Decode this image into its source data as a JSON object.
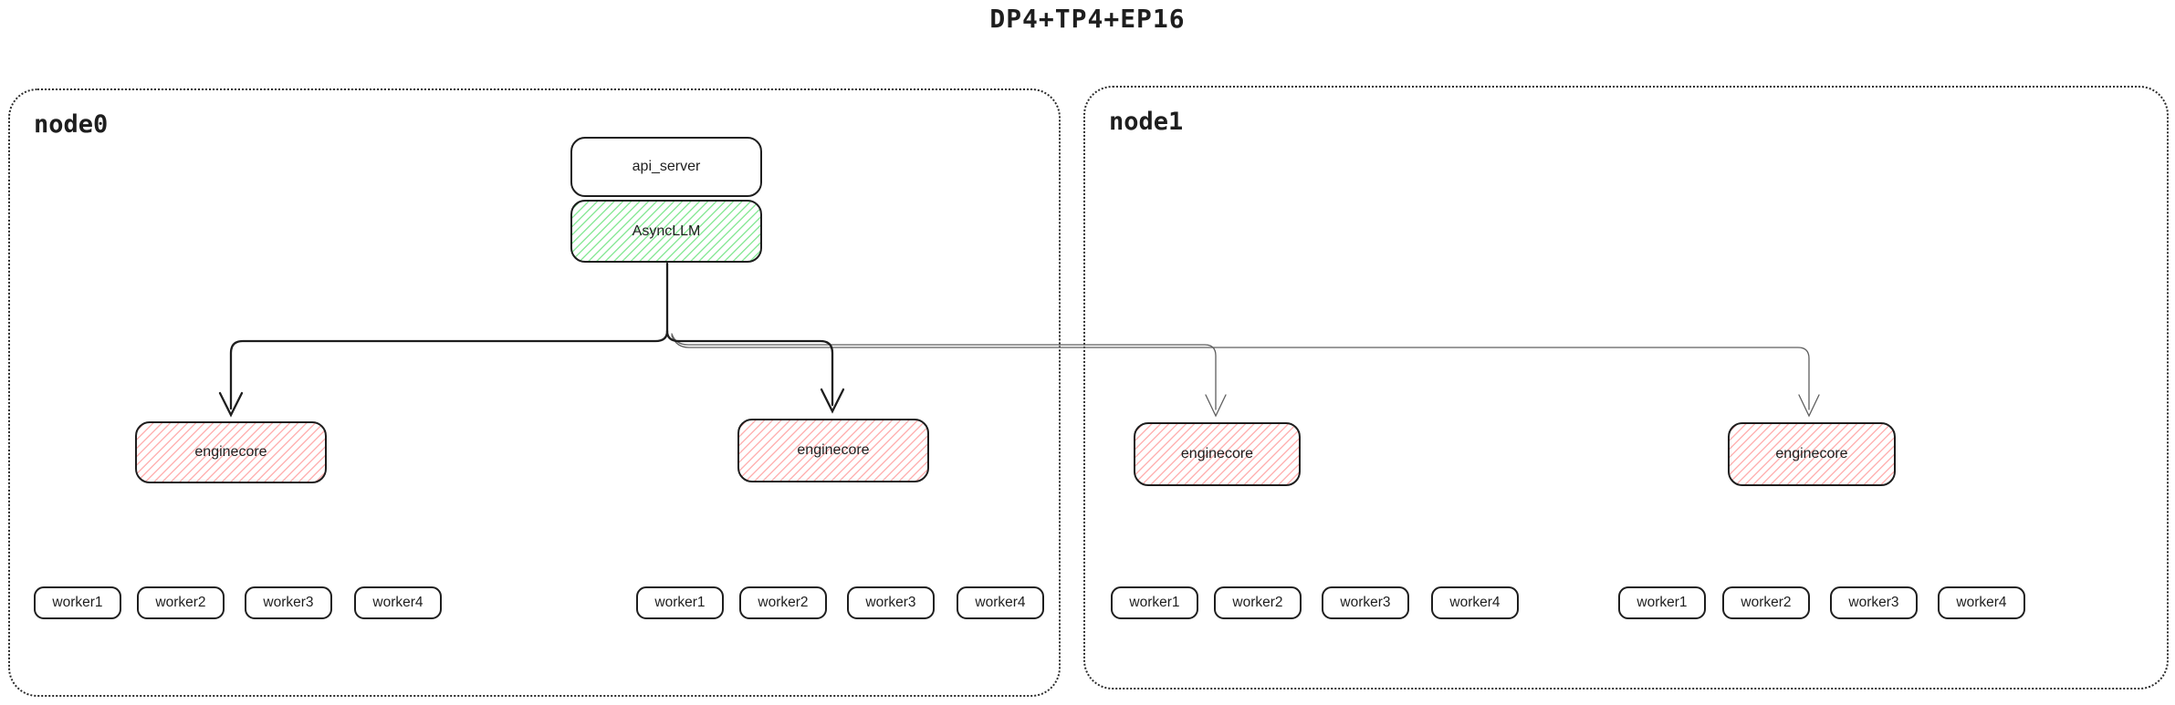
{
  "title": "DP4+TP4+EP16",
  "nodes": {
    "node0": {
      "label": "node0"
    },
    "node1": {
      "label": "node1"
    }
  },
  "api_server": {
    "label": "api_server"
  },
  "async_llm": {
    "label": "AsyncLLM"
  },
  "enginecores": {
    "e1": "enginecore",
    "e2": "enginecore",
    "e3": "enginecore",
    "e4": "enginecore"
  },
  "workers": {
    "w1": "worker1",
    "w2": "worker2",
    "w3": "worker3",
    "w4": "worker4"
  },
  "colors": {
    "border": "#1e1e1e",
    "green_hatch": "#8ce99a",
    "red_hatch": "#ffb3b3",
    "thin_line": "#5f5f5f",
    "node_border": "#2b2b2b"
  }
}
